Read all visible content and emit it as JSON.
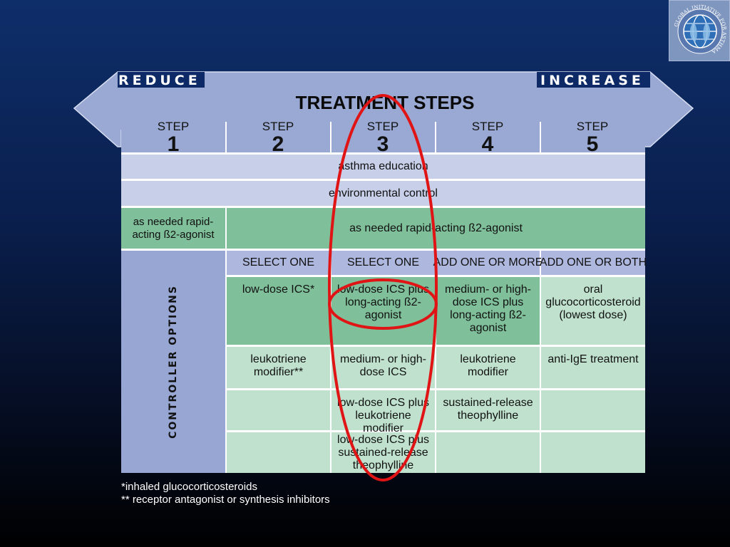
{
  "logo": {
    "ring_text": "GLOBAL INITIATIVE FOR ASTHMA"
  },
  "banner": {
    "reduce": "REDUCE",
    "increase": "INCREASE",
    "title": "TREATMENT STEPS"
  },
  "steps": [
    {
      "word": "STEP",
      "number": "1"
    },
    {
      "word": "STEP",
      "number": "2"
    },
    {
      "word": "STEP",
      "number": "3"
    },
    {
      "word": "STEP",
      "number": "4"
    },
    {
      "word": "STEP",
      "number": "5"
    }
  ],
  "rows": {
    "education": "asthma education",
    "environment": "environmental control",
    "reliever_step1": "as needed rapid-acting ß2-agonist",
    "reliever_all": "as needed rapid-acting ß2-agonist"
  },
  "controller_label": "CONTROLLER OPTIONS",
  "select_headers": [
    "SELECT ONE",
    "SELECT ONE",
    "ADD ONE OR MORE",
    "ADD ONE OR BOTH"
  ],
  "options": {
    "s2": [
      "low-dose ICS*",
      "leukotriene modifier**"
    ],
    "s3": [
      "low-dose ICS plus long-acting ß2-agonist",
      "medium- or high-dose ICS",
      "low-dose ICS plus leukotriene modifier",
      "low-dose ICS plus sustained-release theophylline"
    ],
    "s4": [
      "medium- or high-dose ICS plus long-acting ß2-agonist",
      "leukotriene modifier",
      "sustained-release theophylline"
    ],
    "s5": [
      "oral glucocorticosteroid (lowest dose)",
      "anti-IgE treatment"
    ]
  },
  "footnotes": [
    "*inhaled glucocorticosteroids",
    "** receptor antagonist or synthesis inhibitors"
  ],
  "colors": {
    "band": "#9aa9d3",
    "lavender": "#c8cfe9",
    "green": "#7fbf9a",
    "light_green": "#bfe1cd",
    "highlight": "#e01414"
  }
}
